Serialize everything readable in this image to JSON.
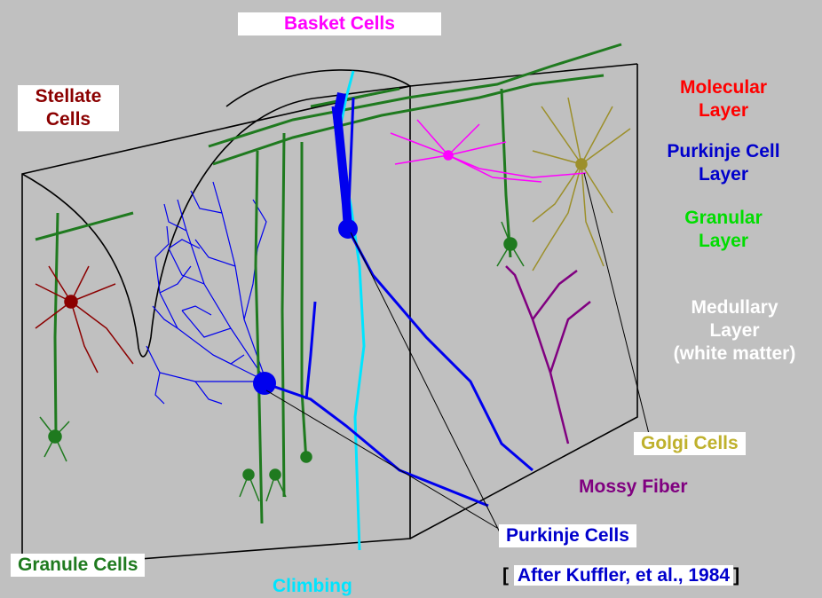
{
  "labels": {
    "basket_cells": "Basket Cells",
    "stellate_line1": "Stellate",
    "stellate_line2": "Cells",
    "molecular_line1": "Molecular",
    "molecular_line2": "Layer",
    "purkinje_layer_line1": "Purkinje Cell",
    "purkinje_layer_line2": "Layer",
    "granular_line1": "Granular",
    "granular_line2": "Layer",
    "medullary_line1": "Medullary",
    "medullary_line2": "Layer",
    "medullary_line3": "(white matter)",
    "golgi_cells": "Golgi Cells",
    "mossy_fiber": "Mossy Fiber",
    "purkinje_cells": "Purkinje Cells",
    "granule_cells": "Granule Cells",
    "climbing": "Climbing",
    "citation_open": "[",
    "citation": "After Kuffler, et al., 1984",
    "citation_close": "]"
  },
  "colors": {
    "background": "#c0c0c0",
    "outline": "#000000",
    "granule": "#1f7a1f",
    "purkinje": "#0000ee",
    "climbing": "#00e5ff",
    "basket": "#ff00ff",
    "stellate": "#8b0000",
    "golgi": "#9c8f2a",
    "mossy": "#800080",
    "molecular_text": "#ff0000",
    "purkinje_text": "#0000cc",
    "granular_text": "#00dd00",
    "medullary_text": "#ffffff",
    "golgi_text": "#bfb12d",
    "mossy_text": "#800080",
    "label_box": "#ffffff"
  }
}
